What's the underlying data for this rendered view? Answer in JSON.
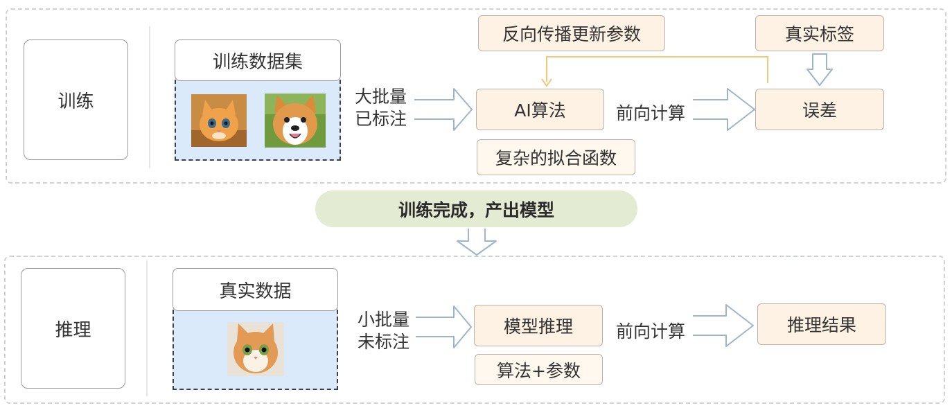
{
  "training": {
    "stage_label": "训练",
    "dataset_title": "训练数据集",
    "input_label_line1": "大批量",
    "input_label_line2": "已标注",
    "backprop_label": "反向传播更新参数",
    "true_label": "真实标签",
    "algorithm_label": "AI算法",
    "forward_label": "前向计算",
    "error_label": "误差",
    "fit_function_label": "复杂的拟合函数",
    "images": [
      "kitten-photo",
      "dog-photo"
    ]
  },
  "transition": {
    "label": "训练完成，产出模型"
  },
  "inference": {
    "stage_label": "推理",
    "data_title": "真实数据",
    "input_label_line1": "小批量",
    "input_label_line2": "未标注",
    "model_label": "模型推理",
    "forward_label": "前向计算",
    "result_label": "推理结果",
    "params_label": "算法+参数",
    "images": [
      "cat-photo"
    ]
  },
  "colors": {
    "node_fill": "#fdf2e3",
    "image_area_fill": "#dbeafb",
    "pill_fill": "#e3ecd3",
    "arrow_stroke": "#9fb4cc",
    "feedback_line": "#f0c878"
  }
}
